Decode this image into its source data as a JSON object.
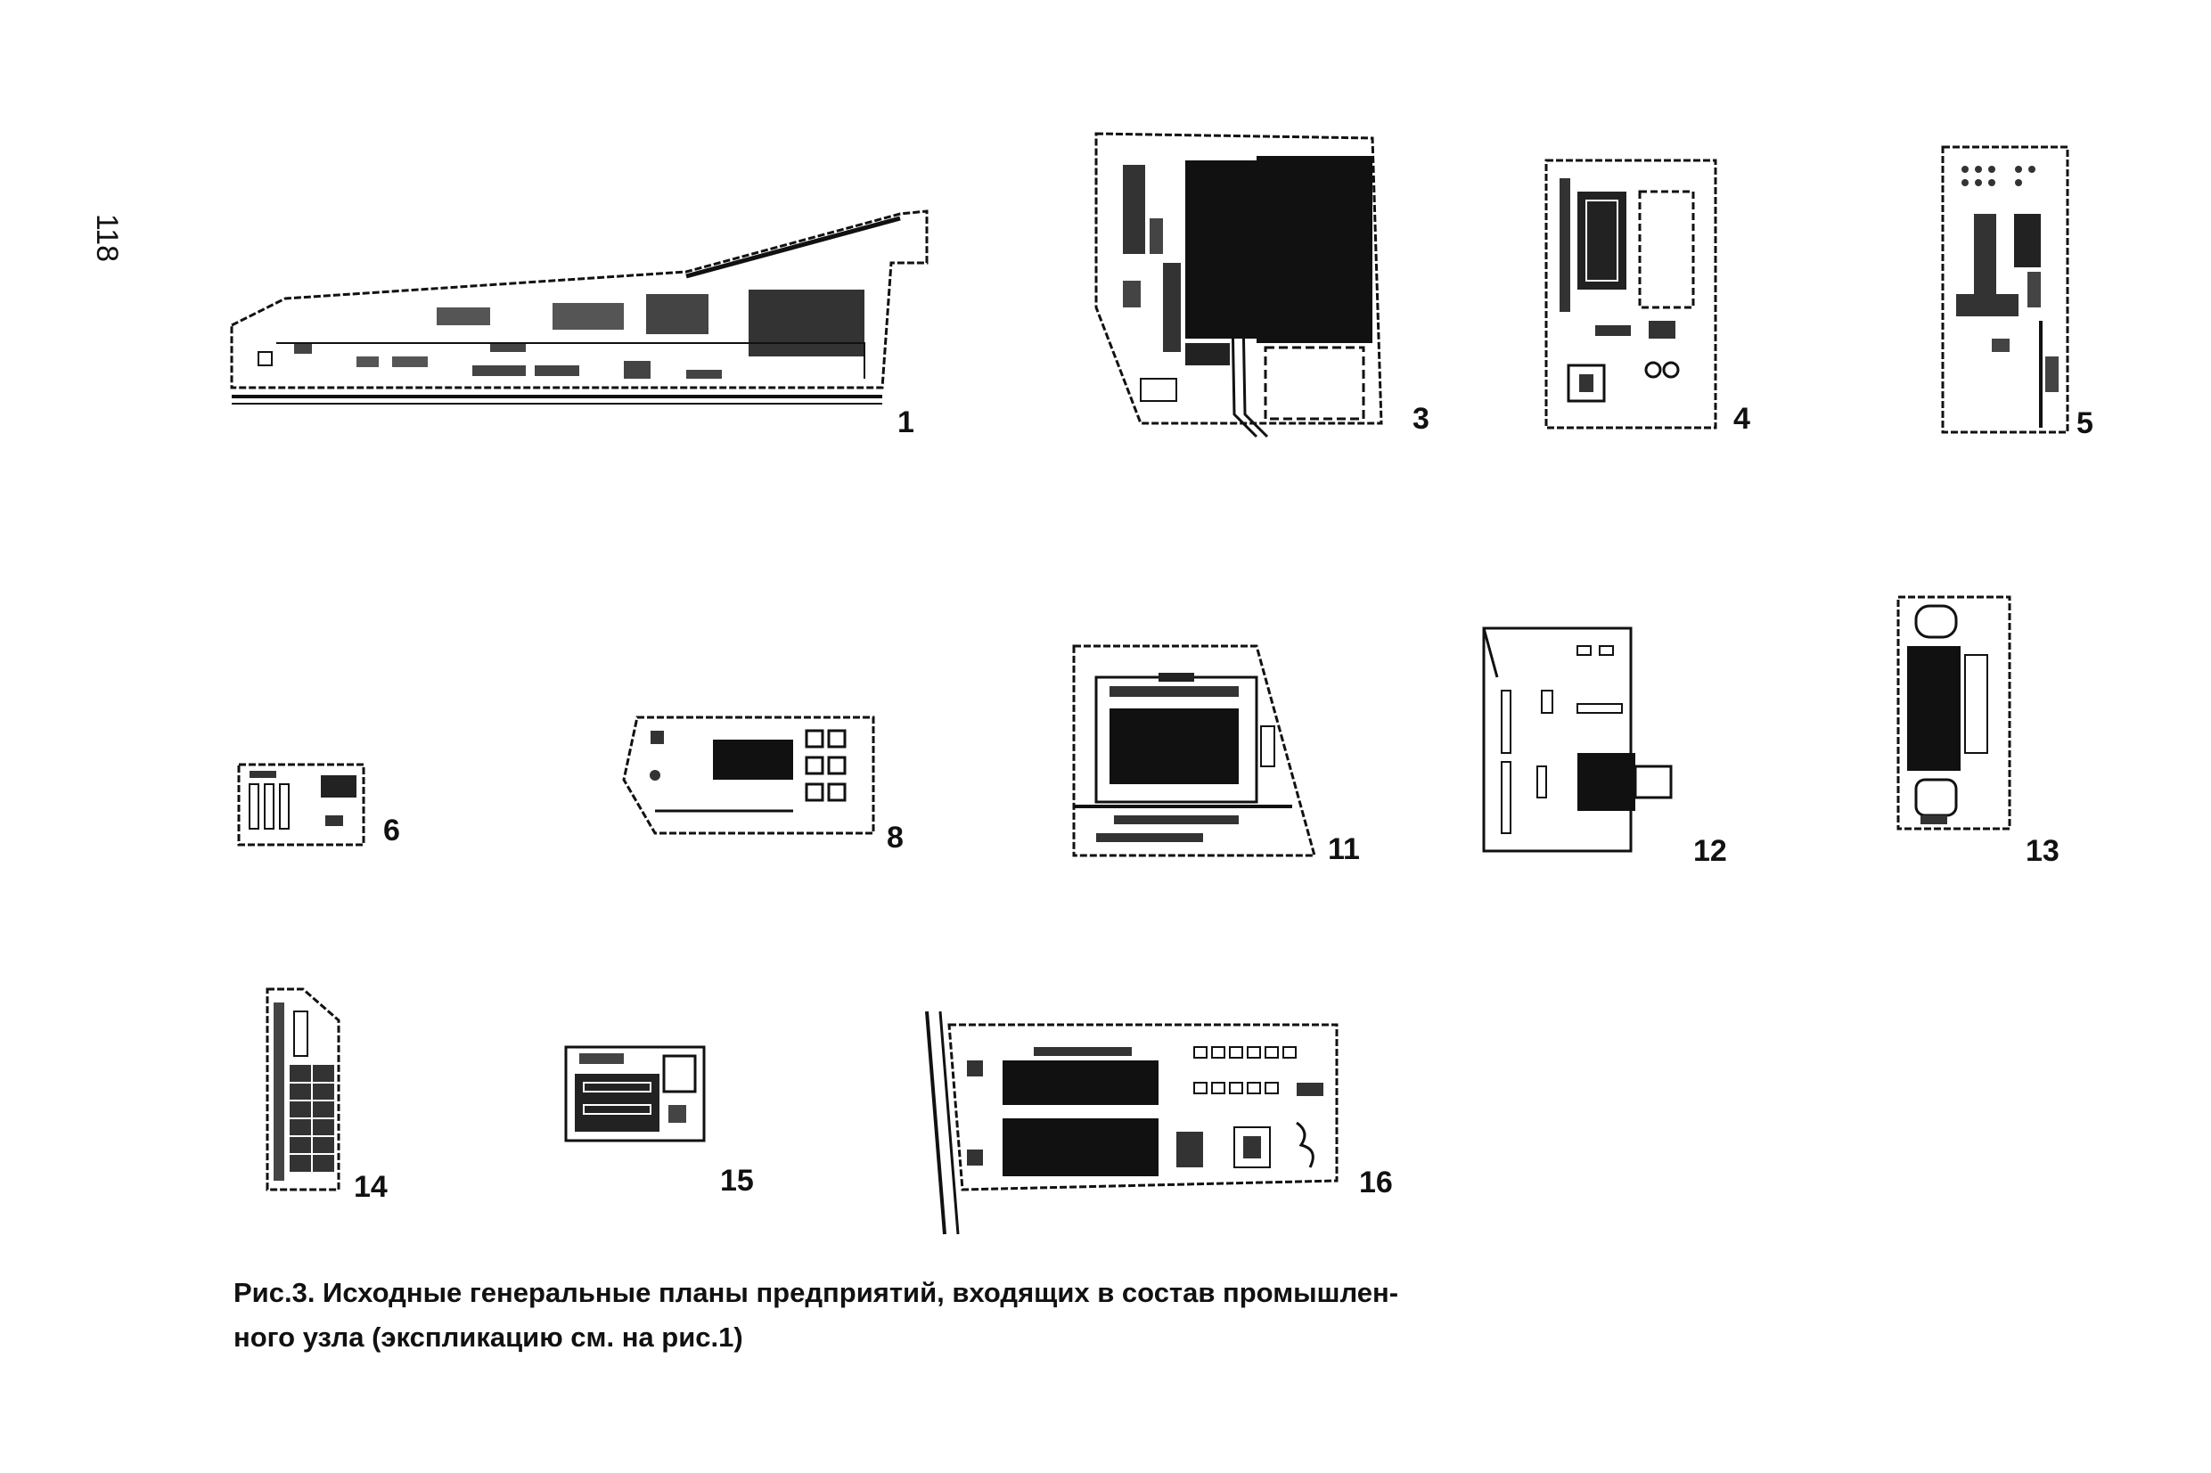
{
  "page": {
    "number": "118"
  },
  "plans": [
    {
      "id": "1",
      "label": "1"
    },
    {
      "id": "3",
      "label": "3"
    },
    {
      "id": "4",
      "label": "4"
    },
    {
      "id": "5",
      "label": "5"
    },
    {
      "id": "6",
      "label": "6"
    },
    {
      "id": "8",
      "label": "8"
    },
    {
      "id": "11",
      "label": "11"
    },
    {
      "id": "12",
      "label": "12"
    },
    {
      "id": "13",
      "label": "13"
    },
    {
      "id": "14",
      "label": "14"
    },
    {
      "id": "15",
      "label": "15"
    },
    {
      "id": "16",
      "label": "16"
    }
  ],
  "caption": {
    "line1": "Рис.3. Исходные генеральные планы предприятий, входящих в состав промышлен-",
    "line2": "ного узла  (экспликацию см. на рис.1)"
  }
}
